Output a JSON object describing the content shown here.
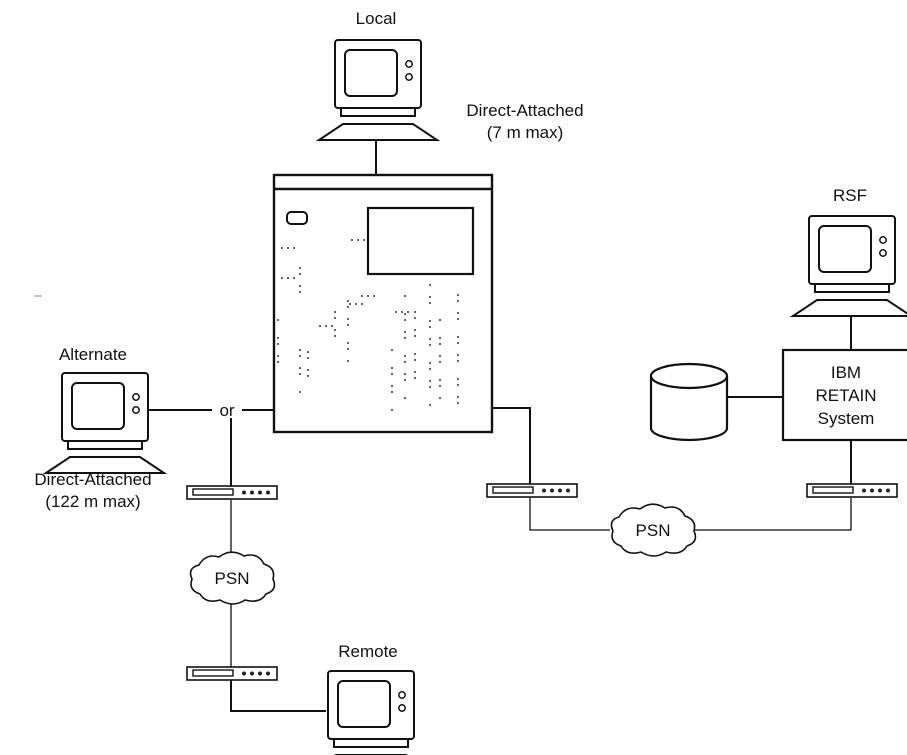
{
  "diagram": {
    "labels": {
      "local": "Local",
      "local_attach_line1": "Direct-Attached",
      "local_attach_line2": "(7 m max)",
      "rsf": "RSF",
      "alternate": "Alternate",
      "alternate_attach_line1": "Direct-Attached",
      "alternate_attach_line2": "(122 m max)",
      "or": "or",
      "psn_left": "PSN",
      "psn_right": "PSN",
      "remote": "Remote",
      "retain_line1": "IBM",
      "retain_line2": "RETAIN",
      "retain_line3": "System"
    },
    "icons": [
      "terminal-icon",
      "system-unit-icon",
      "modem-icon",
      "cloud-icon",
      "database-icon"
    ]
  }
}
